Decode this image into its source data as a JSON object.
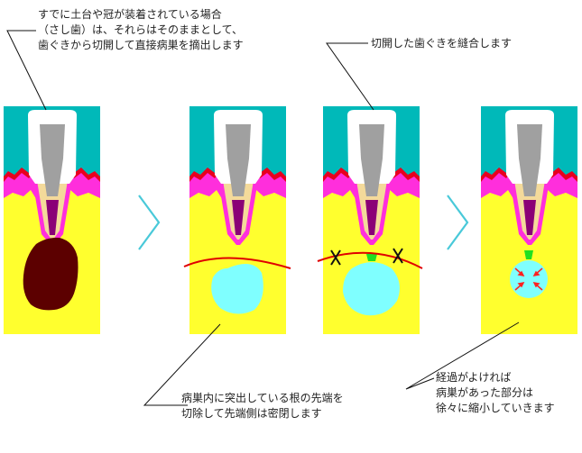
{
  "annotations": {
    "top_left": [
      "すでに土台や冠が装着されている場合",
      "（さし歯）は、それらはそのままとして、",
      "歯ぐきから切開して直接病巣を摘出します"
    ],
    "top_right": [
      "切開した歯ぐきを縫合します"
    ],
    "bottom_mid": [
      "病巣内に突出している根の先端を",
      "切除して先端側は密閉します"
    ],
    "bottom_right": [
      "経過がよければ",
      "病巣があった部分は",
      "徐々に縮小していきます"
    ]
  },
  "colors": {
    "background": "#00B9B9",
    "bone": "#FFFF2E",
    "gum": "#FF2EDC",
    "gum_edge": "#E8001E",
    "crown": "#FFFFFF",
    "post": "#A0A0A0",
    "root": "#F4DA9A",
    "canal": "#8A0077",
    "lesion": "#5C0000",
    "cavity": "#7FFFFF",
    "incision": "#E00000",
    "seal": "#20E020",
    "arrow": "#49C9D9"
  }
}
